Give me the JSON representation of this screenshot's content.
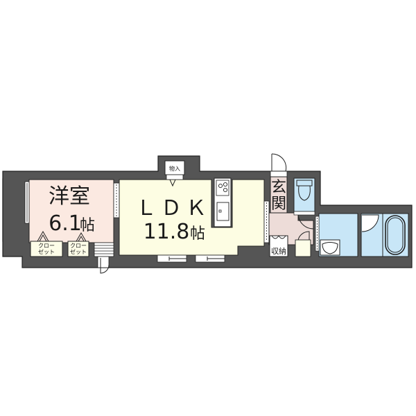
{
  "floorplan": {
    "colors": {
      "wall": "#555555",
      "wall_outline": "#222222",
      "western_room": "#fbe9e1",
      "ldk": "#fdfde3",
      "entrance": "#eddcd8",
      "wet_area": "#c8e6f7",
      "closet": "#fdfde8",
      "fixture_line": "#222222",
      "balcony": "#ffffff"
    },
    "rooms": {
      "western": {
        "name": "洋室",
        "size_number": "6.1",
        "size_unit": "帖"
      },
      "ldk": {
        "name": "ＬＤＫ",
        "size_number": "11.8",
        "size_unit": "帖"
      },
      "entrance": {
        "name_line1": "玄",
        "name_line2": "関"
      },
      "storage": {
        "name": "収納"
      },
      "storeroom": {
        "name": "物入"
      },
      "closet_left": {
        "line1": "クロー",
        "line2": "ゼット"
      },
      "closet_right": {
        "line1": "クロー",
        "line2": "ゼット"
      }
    },
    "fixtures": [
      "stove-icon",
      "sink-icon",
      "toilet-icon",
      "washbasin-icon",
      "bathtub-icon"
    ]
  }
}
